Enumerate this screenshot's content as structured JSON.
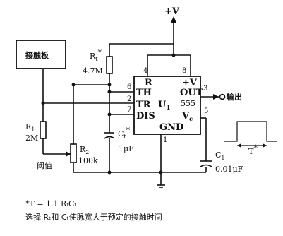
{
  "supply": "+V",
  "touch_plate": "接触板",
  "components": {
    "r1_name": "R",
    "r1_sub": "1",
    "r1_value": "2M",
    "rt_name": "R",
    "rt_sub": "t",
    "rt_mark": "*",
    "rt_value": "4.7M",
    "r2_name": "R",
    "r2_sub": "2",
    "r2_value": "100k",
    "ct_name": "C",
    "ct_sub": "t",
    "ct_mark": "*",
    "ct_value": "1μF",
    "c1_name": "C",
    "c1_sub": "1",
    "c1_value": "0.01μF",
    "threshold_label": "阈值"
  },
  "ic": {
    "name": "U",
    "sub": "1",
    "part": "555",
    "pins_left": [
      {
        "num": "6",
        "label": "TH"
      },
      {
        "num": "2",
        "label": "TR"
      },
      {
        "num": "7",
        "label": "DIS"
      }
    ],
    "pin_top_left": {
      "num": "4",
      "label": "R"
    },
    "pin_top_right": {
      "num": "8",
      "label": "+V"
    },
    "pin_out": {
      "num": "3",
      "label": "OUT"
    },
    "pin_vc": {
      "num": "5",
      "label": "V",
      "label_sub": "c"
    },
    "pin_gnd": {
      "num": "1",
      "label": "GND"
    }
  },
  "output_label": "输出",
  "pulse_label": "T",
  "pulse_mark": "*",
  "notes": {
    "formula": "*T = 1.1 RₜCₜ",
    "description": "选择 Rₜ和 Cₜ使脉宽大于预定的接触时间"
  }
}
